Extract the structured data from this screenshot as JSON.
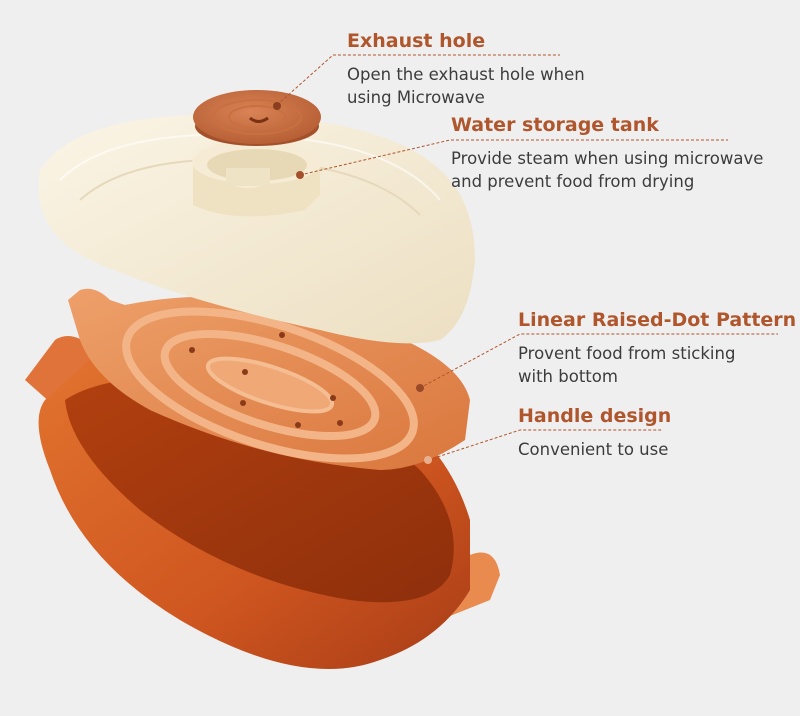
{
  "colors": {
    "background": "#efefef",
    "accent": "#b0562d",
    "text": "#3c3c3c",
    "lid": "#f3ead5",
    "basket": "#e08a4e",
    "bowl": "#cf5a22"
  },
  "callouts": [
    {
      "title": "Exhaust hole",
      "description_lines": [
        "Open the exhaust hole when",
        "using Microwave"
      ]
    },
    {
      "title": "Water storage tank",
      "description_lines": [
        "Provide steam when using microwave",
        "and prevent food from drying"
      ]
    },
    {
      "title": "Linear Raised-Dot Pattern",
      "description_lines": [
        "Provent food from sticking",
        "with bottom"
      ]
    },
    {
      "title": "Handle design",
      "description_lines": [
        "Convenient to use"
      ]
    }
  ],
  "product": {
    "parts": [
      "exhaust-cap",
      "water-tank",
      "lid",
      "steamer-basket",
      "bowl"
    ]
  }
}
